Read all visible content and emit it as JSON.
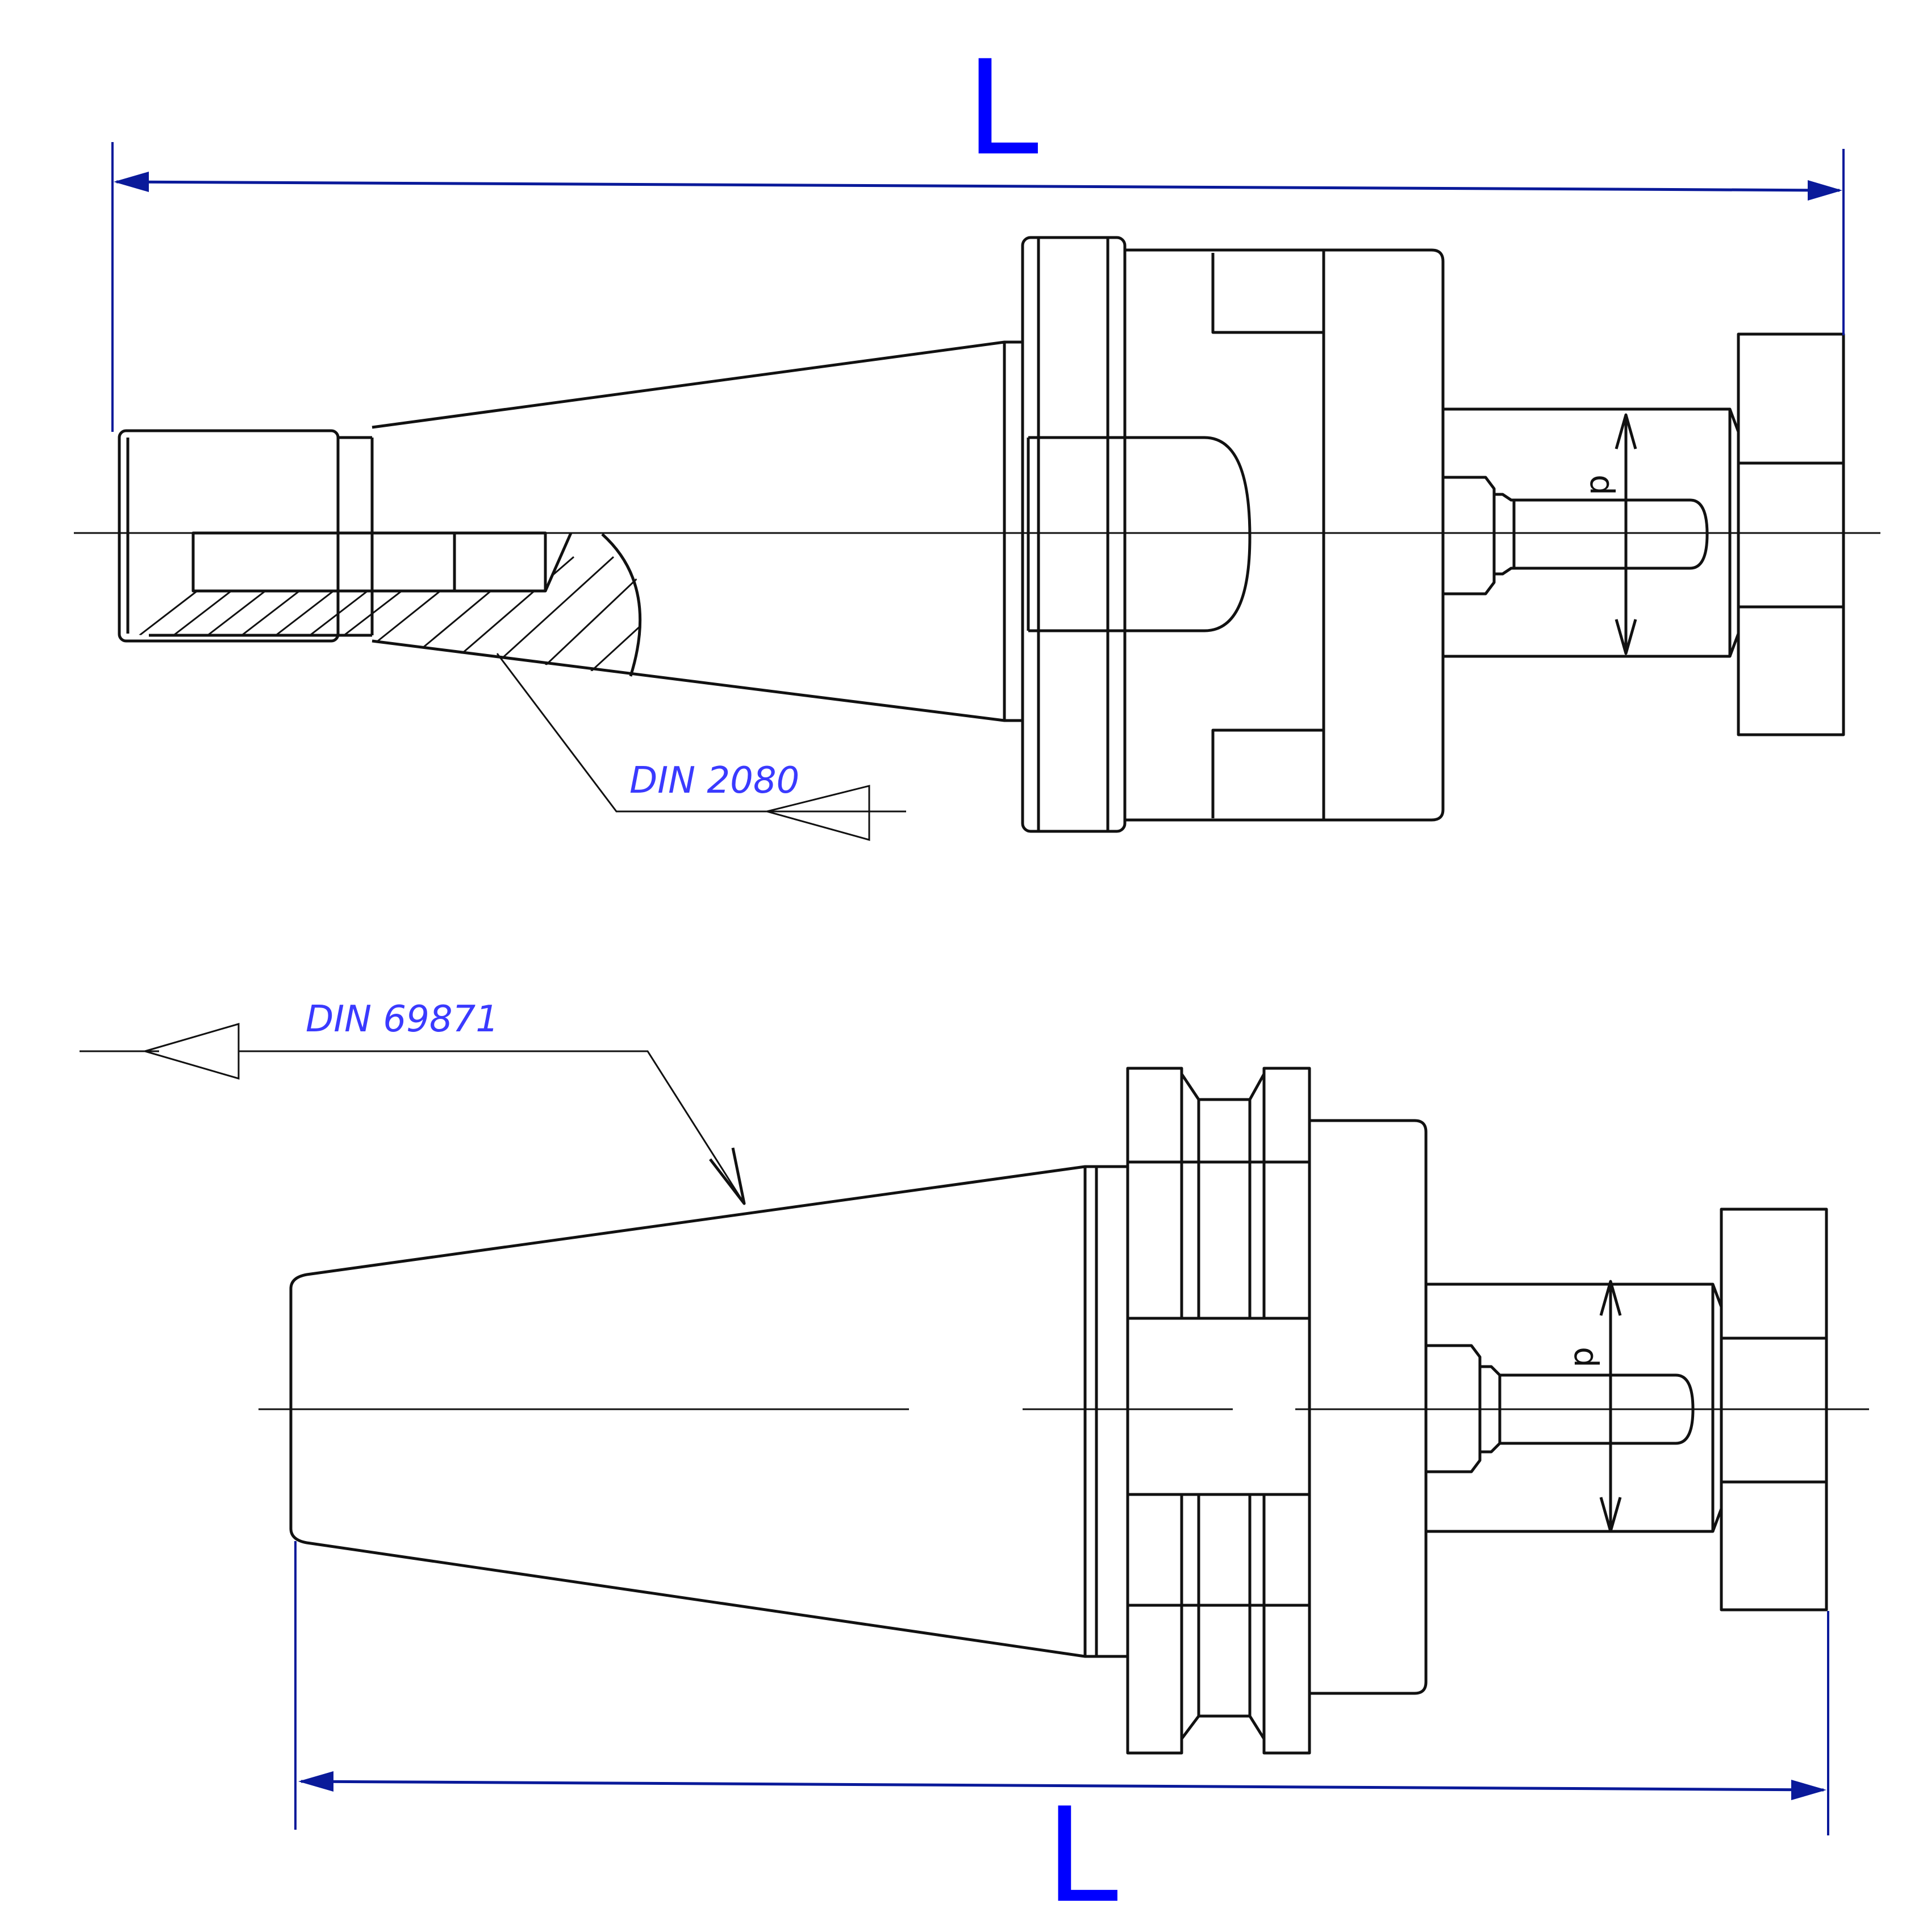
{
  "top_view": {
    "length_label": "L",
    "diameter_label": "d",
    "standard_label": "DIN 2080"
  },
  "bottom_view": {
    "length_label": "L",
    "diameter_label": "d",
    "standard_label": "DIN 69871"
  },
  "colors": {
    "dimension_lines": "#0a1a9a",
    "big_labels": "#0000ff",
    "standard_labels": "#3a3aff",
    "drawing_lines": "#111111"
  }
}
